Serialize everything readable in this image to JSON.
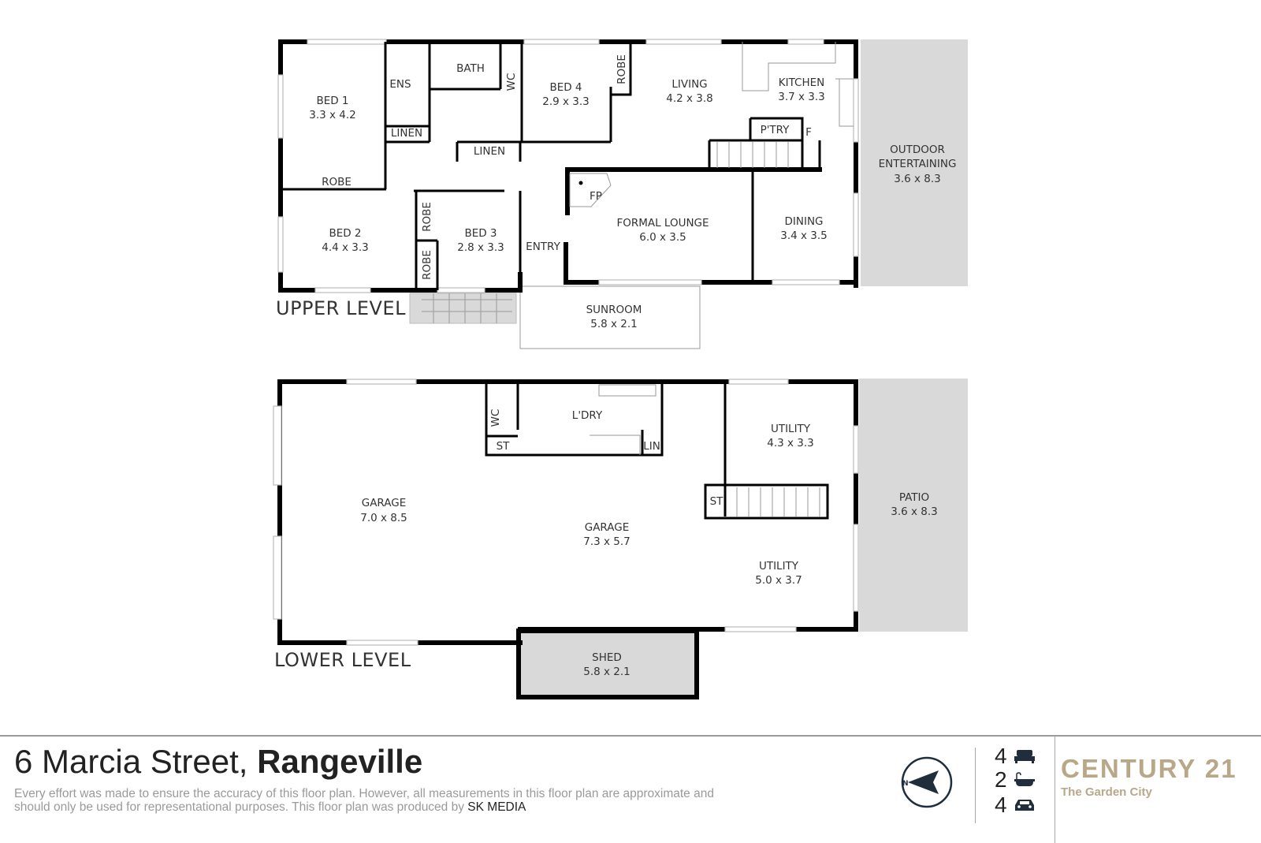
{
  "levels": {
    "upper": "UPPER LEVEL",
    "lower": "LOWER LEVEL"
  },
  "upper_rooms": {
    "bed1": {
      "name": "BED 1",
      "size": "3.3 x 4.2"
    },
    "ens": {
      "name": "ENS"
    },
    "bath": {
      "name": "BATH"
    },
    "wc": {
      "name": "WC"
    },
    "bed4": {
      "name": "BED 4",
      "size": "2.9 x 3.3"
    },
    "robe_bed4": {
      "name": "ROBE"
    },
    "living": {
      "name": "LIVING",
      "size": "4.2 x 3.8"
    },
    "kitchen": {
      "name": "KITCHEN",
      "size": "3.7 x 3.3"
    },
    "pantry": {
      "name": "P'TRY"
    },
    "fridge": {
      "name": "F"
    },
    "outdoor": {
      "name1": "OUTDOOR",
      "name2": "ENTERTAINING",
      "size": "3.6 x 8.3"
    },
    "linen1": {
      "name": "LINEN"
    },
    "linen2": {
      "name": "LINEN"
    },
    "robe_bed1": {
      "name": "ROBE"
    },
    "fp": {
      "name": "FP"
    },
    "formal_lounge": {
      "name": "FORMAL LOUNGE",
      "size": "6.0 x 3.5"
    },
    "dining": {
      "name": "DINING",
      "size": "3.4 x 3.5"
    },
    "bed2": {
      "name": "BED 2",
      "size": "4.4 x 3.3"
    },
    "robe_bed3": {
      "name": "ROBE"
    },
    "robe_bed2": {
      "name": "ROBE"
    },
    "bed3": {
      "name": "BED 3",
      "size": "2.8 x 3.3"
    },
    "entry": {
      "name": "ENTRY"
    },
    "sunroom": {
      "name": "SUNROOM",
      "size": "5.8 x 2.1"
    }
  },
  "lower_rooms": {
    "wc": {
      "name": "WC"
    },
    "st1": {
      "name": "ST"
    },
    "laundry": {
      "name": "L'DRY"
    },
    "lin": {
      "name": "LIN"
    },
    "utility1": {
      "name": "UTILITY",
      "size": "4.3 x 3.3"
    },
    "st2": {
      "name": "ST"
    },
    "patio": {
      "name": "PATIO",
      "size": "3.6 x 8.3"
    },
    "garage1": {
      "name": "GARAGE",
      "size": "7.0 x 8.5"
    },
    "garage2": {
      "name": "GARAGE",
      "size": "7.3 x 5.7"
    },
    "utility2": {
      "name": "UTILITY",
      "size": "5.0 x 3.7"
    },
    "shed": {
      "name": "SHED",
      "size": "5.8 x 2.1"
    }
  },
  "footer": {
    "street": "6 Marcia Street,",
    "suburb": "Rangeville",
    "disclaimer": "Every effort was made to ensure the accuracy of this floor plan. However, all measurements in this floor plan are approximate and should only be used for representational purposes. This floor plan was produced by",
    "producer": "SK MEDIA",
    "compass_label": "N",
    "beds": "4",
    "baths": "2",
    "cars": "4",
    "brand": "CENTURY 21",
    "brand_sub": "The Garden City"
  },
  "colors": {
    "wall": "#000000",
    "outdoor": "#d9d9d9",
    "icon": "#1f2d3d",
    "brand": "#b8a888"
  }
}
